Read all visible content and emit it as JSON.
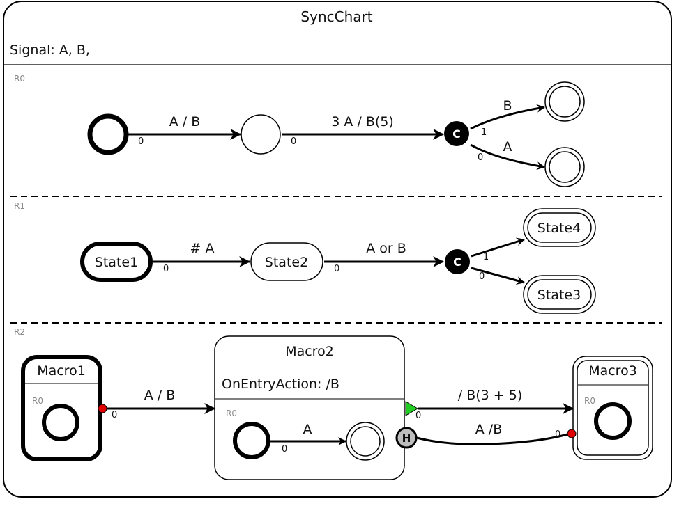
{
  "chart": {
    "title": "SyncChart",
    "signals": "Signal: A, B,",
    "regions": [
      "R0",
      "R1",
      "R2"
    ]
  },
  "r0": {
    "t1": {
      "label": "A / B",
      "priority": "0"
    },
    "t2": {
      "label": "3 A / B(5)",
      "priority": "0"
    },
    "cond_label": "C",
    "t3": {
      "label": "B",
      "priority": "1"
    },
    "t4": {
      "label": "A",
      "priority": "0"
    }
  },
  "r1": {
    "state1": "State1",
    "state2": "State2",
    "state3": "State3",
    "state4": "State4",
    "t1": {
      "label": "# A",
      "priority": "0"
    },
    "t2": {
      "label": "A or B",
      "priority": "0"
    },
    "cond_label": "C",
    "t3": {
      "priority": "1"
    },
    "t4": {
      "priority": "0"
    }
  },
  "r2": {
    "macro1": {
      "name": "Macro1",
      "region": "R0"
    },
    "macro2": {
      "name": "Macro2",
      "entry_action": "OnEntryAction: /B",
      "region": "R0"
    },
    "macro3": {
      "name": "Macro3",
      "region": "R0"
    },
    "t1": {
      "label": "A / B",
      "priority": "0"
    },
    "inner_t": {
      "label": "A",
      "priority": "0"
    },
    "t2": {
      "label": "/ B(3 + 5)",
      "priority": "0"
    },
    "t3": {
      "label": "A /B",
      "priority": "0"
    },
    "history_label": "H"
  }
}
